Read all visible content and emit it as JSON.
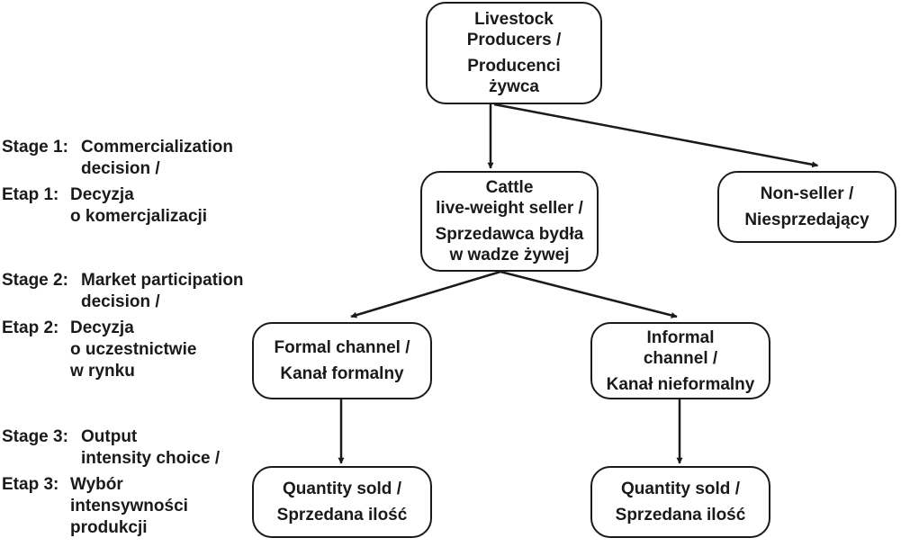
{
  "nodes": {
    "producers": {
      "en": [
        "Livestock",
        "Producers /"
      ],
      "pl": [
        "Producenci",
        "żywca"
      ]
    },
    "seller": {
      "en": [
        "Cattle",
        "live-weight seller /"
      ],
      "pl": [
        "Sprzedawca bydła",
        "w wadze żywej"
      ]
    },
    "nonseller": {
      "en": [
        "Non-seller /"
      ],
      "pl": [
        "Niesprzedający"
      ]
    },
    "formal": {
      "en": [
        "Formal channel /"
      ],
      "pl": [
        "Kanał formalny"
      ]
    },
    "informal": {
      "en": [
        "Informal",
        "channel /"
      ],
      "pl": [
        "Kanał nieformalny"
      ]
    },
    "qty_formal": {
      "en": [
        "Quantity sold /"
      ],
      "pl": [
        "Sprzedana ilość"
      ]
    },
    "qty_informal": {
      "en": [
        "Quantity sold /"
      ],
      "pl": [
        "Sprzedana ilość"
      ]
    }
  },
  "stages": [
    {
      "en_prefix": "Stage 1:",
      "en_lines": [
        "Commercialization",
        "decision /"
      ],
      "pl_prefix": "Etap 1:",
      "pl_lines": [
        "Decyzja",
        "o komercjalizacji"
      ]
    },
    {
      "en_prefix": "Stage 2:",
      "en_lines": [
        "Market participation",
        "decision /"
      ],
      "pl_prefix": "Etap 2:",
      "pl_lines": [
        "Decyzja",
        "o uczestnictwie",
        "w rynku"
      ]
    },
    {
      "en_prefix": "Stage 3:",
      "en_lines": [
        "Output",
        "intensity choice /"
      ],
      "pl_prefix": "Etap 3:",
      "pl_lines": [
        "Wybór",
        "intensywności",
        "produkcji"
      ]
    }
  ],
  "edges": [
    {
      "from": "producers",
      "to": "seller"
    },
    {
      "from": "producers",
      "to": "nonseller"
    },
    {
      "from": "seller",
      "to": "formal"
    },
    {
      "from": "seller",
      "to": "informal"
    },
    {
      "from": "formal",
      "to": "qty_formal"
    },
    {
      "from": "informal",
      "to": "qty_informal"
    }
  ],
  "colors": {
    "stroke": "#1a1a1a",
    "text": "#1a1a1a",
    "background": "#ffffff"
  }
}
